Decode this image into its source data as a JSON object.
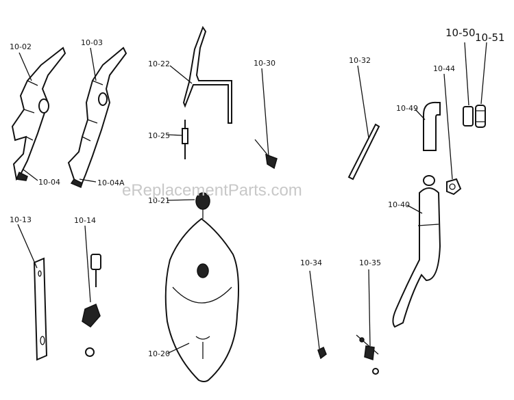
{
  "watermark": "eReplacementParts.com",
  "labels": {
    "p1002": "10-02",
    "p1003": "10-03",
    "p1004": "10-04",
    "p1004a": "10-04A",
    "p1013": "10-13",
    "p1014": "10-14",
    "p1020": "10-20",
    "p1021": "10-21",
    "p1022": "10-22",
    "p1025": "10-25",
    "p1030": "10-30",
    "p1032": "10-32",
    "p1034": "10-34",
    "p1035": "10-35",
    "p1040": "10-40",
    "p1044": "10-44",
    "p1049": "10-49",
    "p1050": "10-50",
    "p1051": "10-51"
  }
}
